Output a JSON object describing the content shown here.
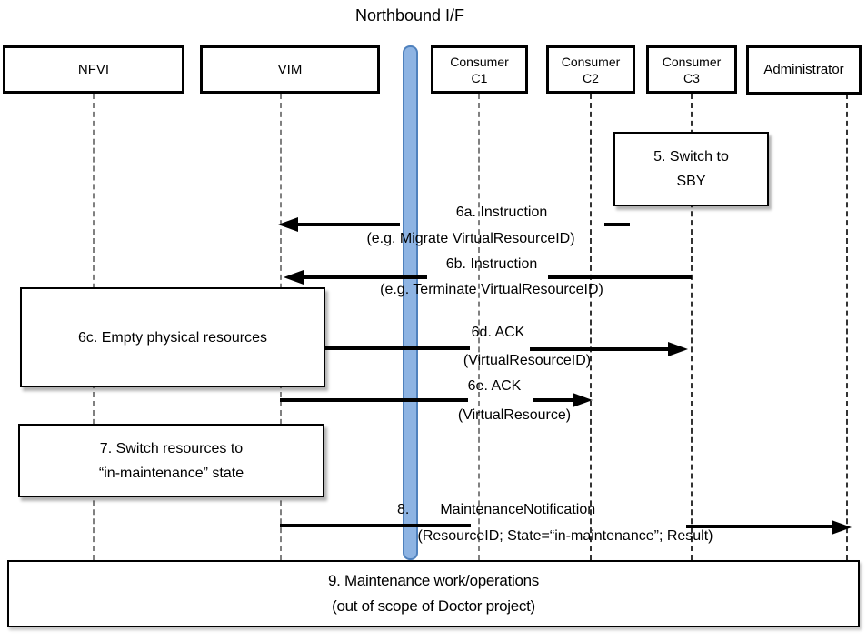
{
  "title": "Northbound I/F",
  "colors": {
    "northbound_bar_fill": "#8EB4E3",
    "northbound_bar_border": "#4F81BD",
    "arrow_color": "#000000",
    "lifeline_gray": "#808080",
    "lifeline_dark": "#333333"
  },
  "actors": [
    {
      "label": "NFVI"
    },
    {
      "label": "VIM"
    },
    {
      "line1": "Consumer",
      "line2": "C1"
    },
    {
      "line1": "Consumer",
      "line2": "C2"
    },
    {
      "line1": "Consumer",
      "line2": "C3"
    },
    {
      "label": "Administrator"
    }
  ],
  "notes": {
    "n5": {
      "line1": "5. Switch to",
      "line2": "SBY"
    },
    "n6c": {
      "line1": "6c. Empty physical resources"
    },
    "n7": {
      "line1": "7. Switch resources to",
      "line2": "“in-maintenance” state"
    },
    "n9": {
      "line1": "9. Maintenance work/operations",
      "line2": "(out of scope of Doctor project)"
    }
  },
  "messages": {
    "m6a": {
      "label": "6a. Instruction",
      "detail": "(e.g. Migrate VirtualResourceID)"
    },
    "m6b": {
      "label": "6b. Instruction",
      "detail": "(e.g. Terminate VirtualResourceID)"
    },
    "m6d": {
      "label": "6d. ACK",
      "detail": "(VirtualResourceID)"
    },
    "m6e": {
      "label": "6e. ACK",
      "detail": "(VirtualResource)"
    },
    "m8": {
      "num": "8.",
      "label": "MaintenanceNotification",
      "detail": "(ResourceID; State=“in-maintenance”; Result)"
    }
  }
}
